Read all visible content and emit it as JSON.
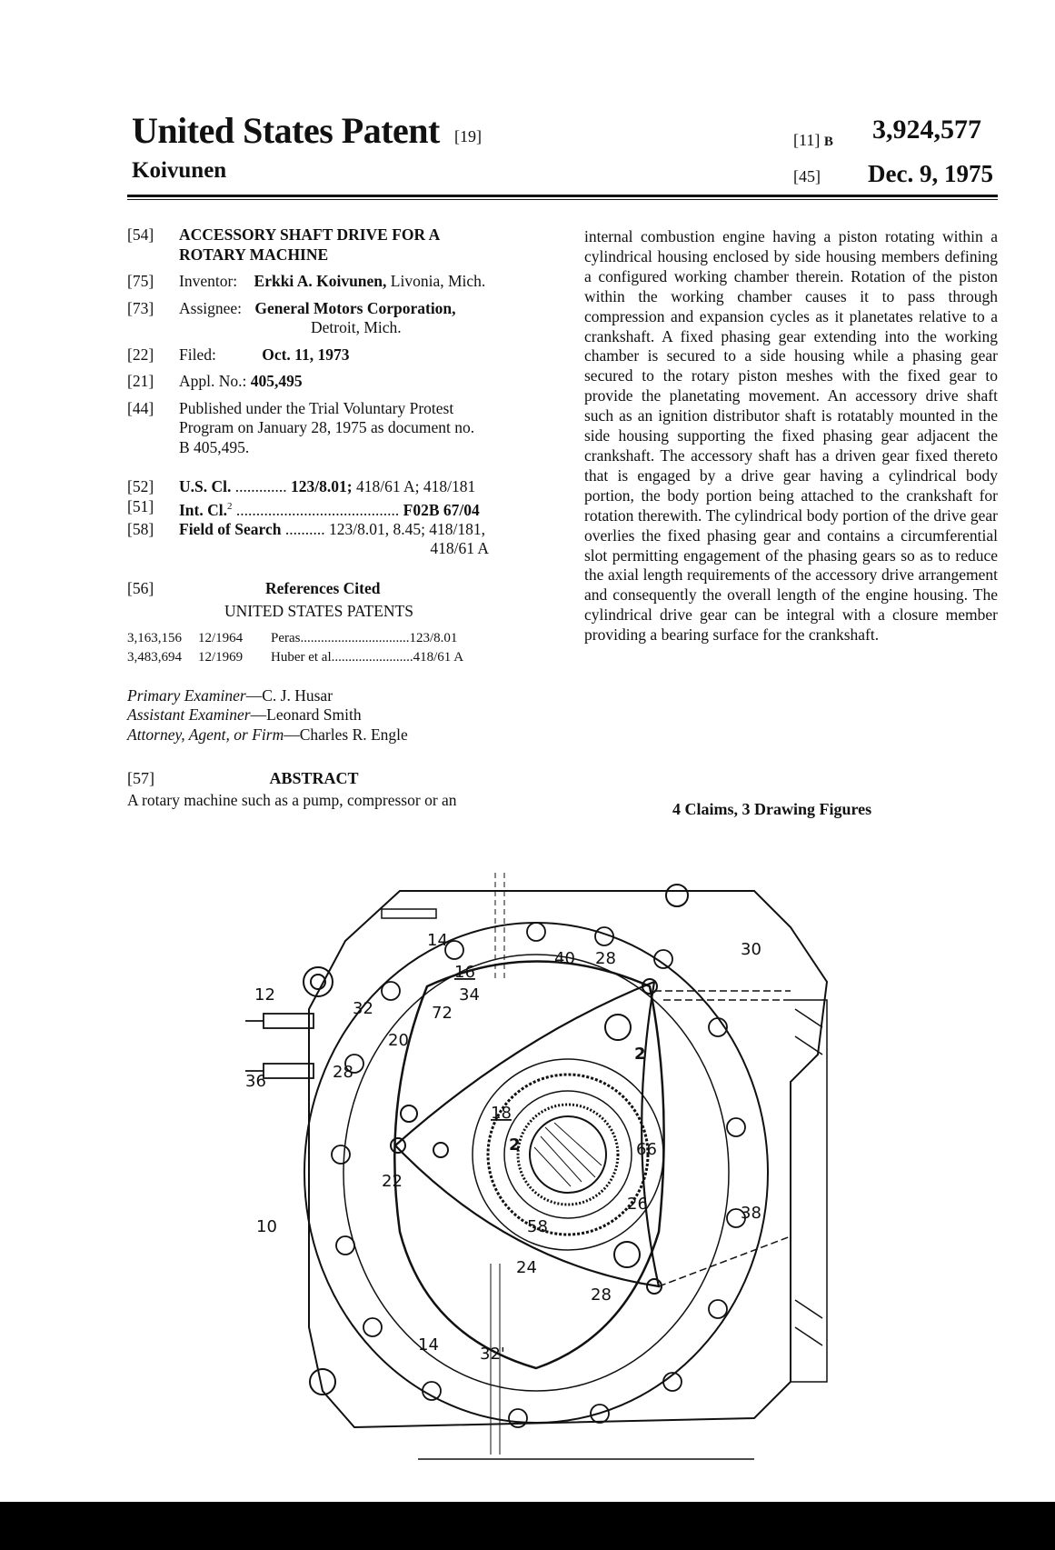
{
  "header": {
    "title": "United States Patent",
    "title_code": "[19]",
    "inventor_surname": "Koivunen",
    "patent_number_code": "[11]",
    "patent_kind": "B",
    "patent_number": "3,924,577",
    "date_code": "[45]",
    "date": "Dec. 9, 1975"
  },
  "biblio": {
    "f54": {
      "code": "[54]",
      "line1": "ACCESSORY SHAFT DRIVE FOR A",
      "line2": "ROTARY MACHINE"
    },
    "f75": {
      "code": "[75]",
      "label": "Inventor:",
      "name": "Erkki A. Koivunen,",
      "place": "Livonia, Mich."
    },
    "f73": {
      "code": "[73]",
      "label": "Assignee:",
      "name": "General Motors Corporation,",
      "place": "Detroit, Mich."
    },
    "f22": {
      "code": "[22]",
      "label": "Filed:",
      "value": "Oct. 11, 1973"
    },
    "f21": {
      "code": "[21]",
      "label": "Appl. No.:",
      "value": "405,495"
    },
    "f44": {
      "code": "[44]",
      "line1": "Published under the Trial Voluntary Protest",
      "line2": "Program on January 28, 1975 as document no.",
      "line3": "B 405,495."
    },
    "f52": {
      "code": "[52]",
      "label": "U.S. Cl.",
      "dots": " .............",
      "value_bold": "123/8.01;",
      "value_rest": " 418/61 A; 418/181"
    },
    "f51": {
      "code": "[51]",
      "label": "Int. Cl.",
      "sup": "2",
      "dots": " .........................................",
      "value_bold": "F02B 67/04"
    },
    "f58": {
      "code": "[58]",
      "label": "Field of Search",
      "dots": " ..........",
      "value_rest": " 123/8.01, 8.45; 418/181,",
      "value_line2": "418/61 A"
    },
    "f56": {
      "code": "[56]",
      "heading": "References Cited",
      "subheading": "UNITED STATES PATENTS"
    },
    "refs": [
      {
        "number": "3,163,156",
        "date": "12/1964",
        "name": "Peras",
        "dots": "................................",
        "class": "123/8.01"
      },
      {
        "number": "3,483,694",
        "date": "12/1969",
        "name": "Huber et al.",
        "dots": ".......................",
        "class": "418/61 A"
      }
    ],
    "examiners": [
      {
        "role": "Primary Examiner",
        "name": "—C. J. Husar"
      },
      {
        "role": "Assistant Examiner",
        "name": "—Leonard Smith"
      },
      {
        "role": "Attorney, Agent, or Firm",
        "name": "—Charles R. Engle"
      }
    ],
    "f57": {
      "code": "[57]",
      "heading": "ABSTRACT"
    }
  },
  "abstract_start": "A rotary machine such as a pump, compressor or an",
  "abstract_continued": "internal combustion engine having a piston rotating within a cylindrical housing enclosed by side housing members defining a configured working chamber therein. Rotation of the piston within the working chamber causes it to pass through compression and expansion cycles as it planetates relative to a crankshaft. A fixed phasing gear extending into the working chamber is secured to a side housing while a phasing gear secured to the rotary piston meshes with the fixed gear to provide the planetating movement. An accessory drive shaft such as an ignition distributor shaft is rotatably mounted in the side housing supporting the fixed phasing gear adjacent the crankshaft. The accessory shaft has a driven gear fixed thereto that is engaged by a drive gear having a cylindrical body portion, the body portion being attached to the crankshaft for rotation therewith. The cylindrical body portion of the drive gear overlies the fixed phasing gear and contains a circumferential slot permitting engagement of the phasing gears so as to reduce the axial length requirements of the accessory drive arrangement and consequently the overall length of the engine housing. The cylindrical drive gear can be integral with a closure member providing a bearing surface for the crankshaft.",
  "claims_line": "4 Claims, 3 Drawing Figures",
  "figure_labels": {
    "l14a": "14",
    "l16": "16",
    "l40": "40",
    "l28a": "28",
    "l30": "30",
    "l34": "34",
    "l32": "32",
    "l72": "72",
    "l12": "12",
    "l20": "20",
    "l2a": "2",
    "l28b": "28",
    "l18": "18",
    "l2b": "2",
    "l36": "36",
    "l66": "66",
    "l22": "22",
    "l26": "26",
    "l38": "38",
    "l10": "10",
    "l58": "58",
    "l24": "24",
    "l28c": "28",
    "l14b": "14",
    "l32p": "32'"
  }
}
